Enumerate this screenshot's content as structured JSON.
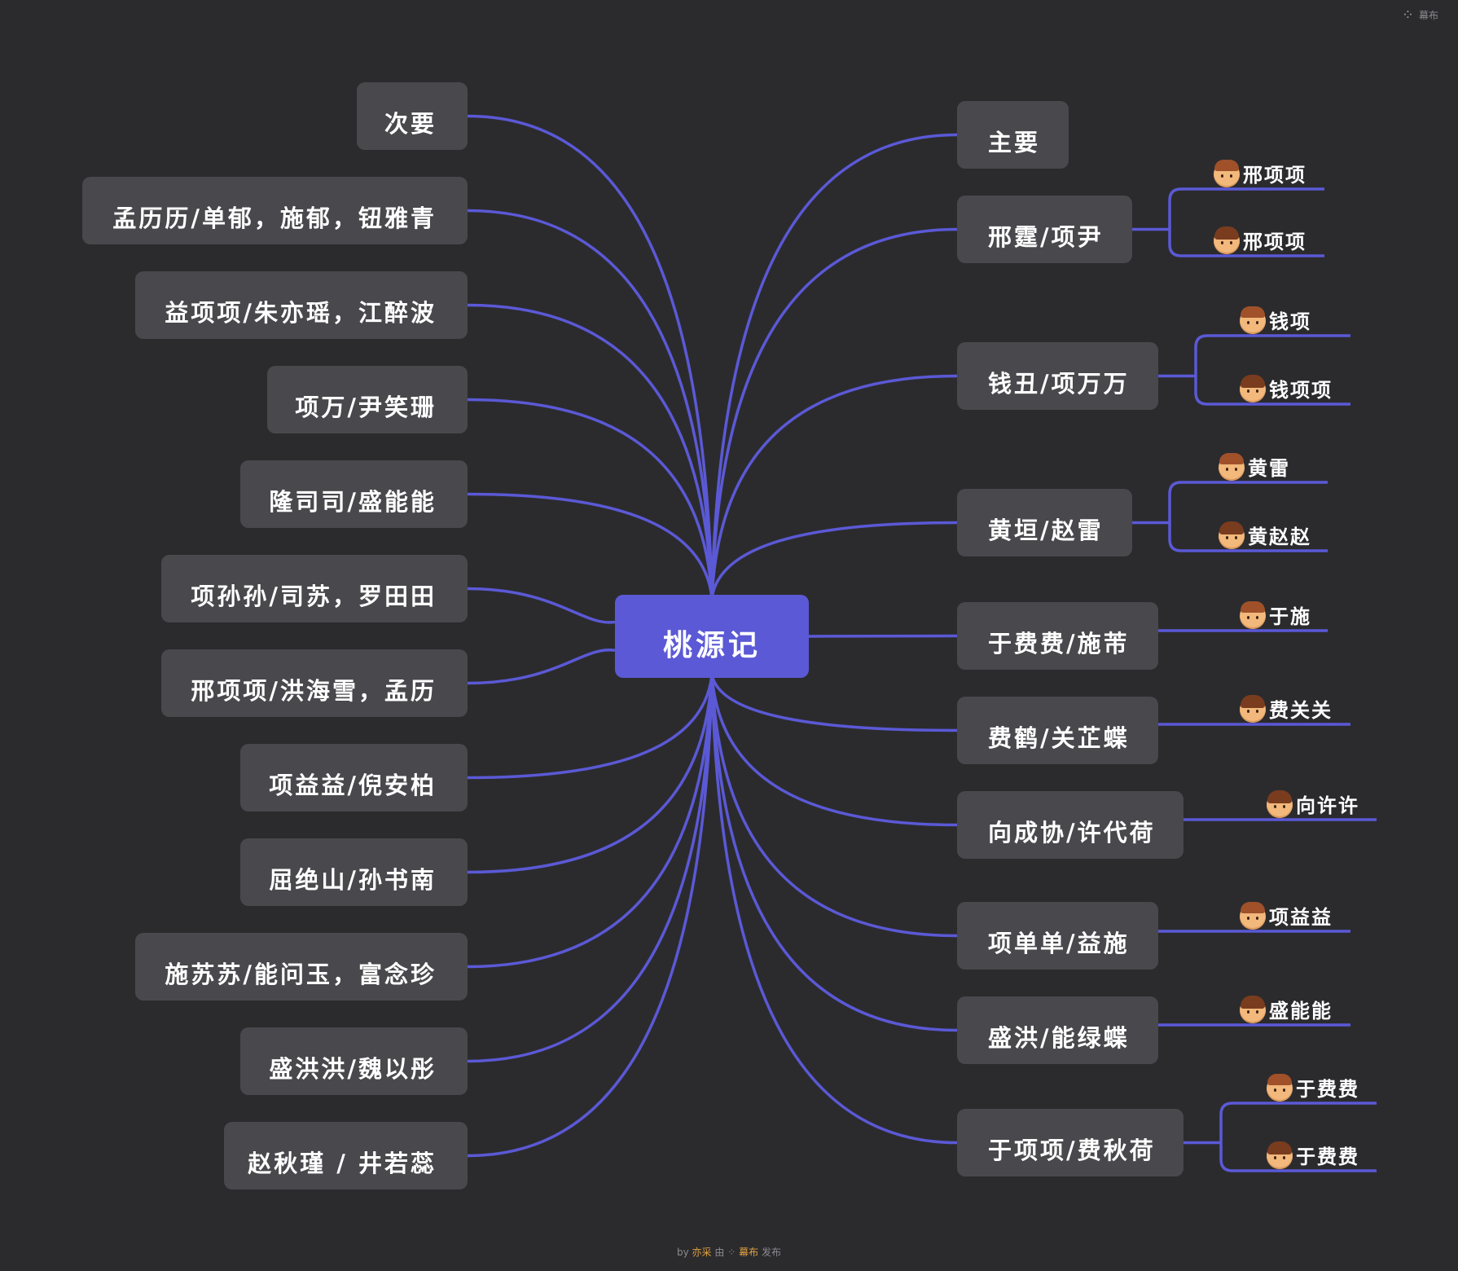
{
  "center": {
    "label": "桃源记"
  },
  "left_branches": [
    {
      "id": "l1",
      "label": "次要"
    },
    {
      "id": "l2",
      "label": "孟历历/单郁，施郁，钮雅青"
    },
    {
      "id": "l3",
      "label": "益项项/朱亦瑶，江醉波"
    },
    {
      "id": "l4",
      "label": "项万/尹笑珊"
    },
    {
      "id": "l5",
      "label": "隆司司/盛能能"
    },
    {
      "id": "l6",
      "label": "项孙孙/司苏，罗田田"
    },
    {
      "id": "l7",
      "label": "邢项项/洪海雪，孟历"
    },
    {
      "id": "l8",
      "label": "项益益/倪安柏"
    },
    {
      "id": "l9",
      "label": "屈绝山/孙书南"
    },
    {
      "id": "l10",
      "label": "施苏苏/能问玉，富念珍"
    },
    {
      "id": "l11",
      "label": "盛洪洪/魏以彤"
    },
    {
      "id": "l12",
      "label": "赵秋瑾 / 井若蕊"
    }
  ],
  "right_branches": [
    {
      "id": "r1",
      "label": "主要",
      "children": []
    },
    {
      "id": "r2",
      "label": "邢霆/项尹",
      "children": [
        {
          "label": "邢项项",
          "icon": "boy-face-icon"
        },
        {
          "label": "邢项项",
          "icon": "girl-face-icon"
        }
      ]
    },
    {
      "id": "r3",
      "label": "钱丑/项万万",
      "children": [
        {
          "label": "钱项",
          "icon": "boy-face-icon"
        },
        {
          "label": "钱项项",
          "icon": "girl-face-icon"
        }
      ]
    },
    {
      "id": "r4",
      "label": "黄垣/赵雷",
      "children": [
        {
          "label": "黄雷",
          "icon": "boy-face-icon"
        },
        {
          "label": "黄赵赵",
          "icon": "girl-face-icon"
        }
      ]
    },
    {
      "id": "r5",
      "label": "于费费/施芾",
      "children": [
        {
          "label": "于施",
          "icon": "boy-face-icon"
        }
      ]
    },
    {
      "id": "r6",
      "label": "费鹤/关芷蝶",
      "children": [
        {
          "label": "费关关",
          "icon": "girl-face-icon"
        }
      ]
    },
    {
      "id": "r7",
      "label": "向成协/许代荷",
      "children": [
        {
          "label": "向许许",
          "icon": "girl-face-icon"
        }
      ]
    },
    {
      "id": "r8",
      "label": "项单单/益施",
      "children": [
        {
          "label": "项益益",
          "icon": "boy-face-icon"
        }
      ]
    },
    {
      "id": "r9",
      "label": "盛洪/能绿蝶",
      "children": [
        {
          "label": "盛能能",
          "icon": "girl-face-icon"
        }
      ]
    },
    {
      "id": "r10",
      "label": "于项项/费秋荷",
      "children": [
        {
          "label": "于费费",
          "icon": "boy-face-icon"
        },
        {
          "label": "于费费",
          "icon": "girl-face-icon"
        }
      ]
    }
  ],
  "branding": {
    "top_logo": "幕布",
    "footer_prefix": "by",
    "footer_author": "亦采",
    "footer_via": "由",
    "footer_tool": "幕布",
    "footer_suffix": "发布"
  },
  "colors": {
    "background": "#2b2b2e",
    "node": "#48484d",
    "center": "#5b59d6",
    "connector": "#5b59d6"
  }
}
